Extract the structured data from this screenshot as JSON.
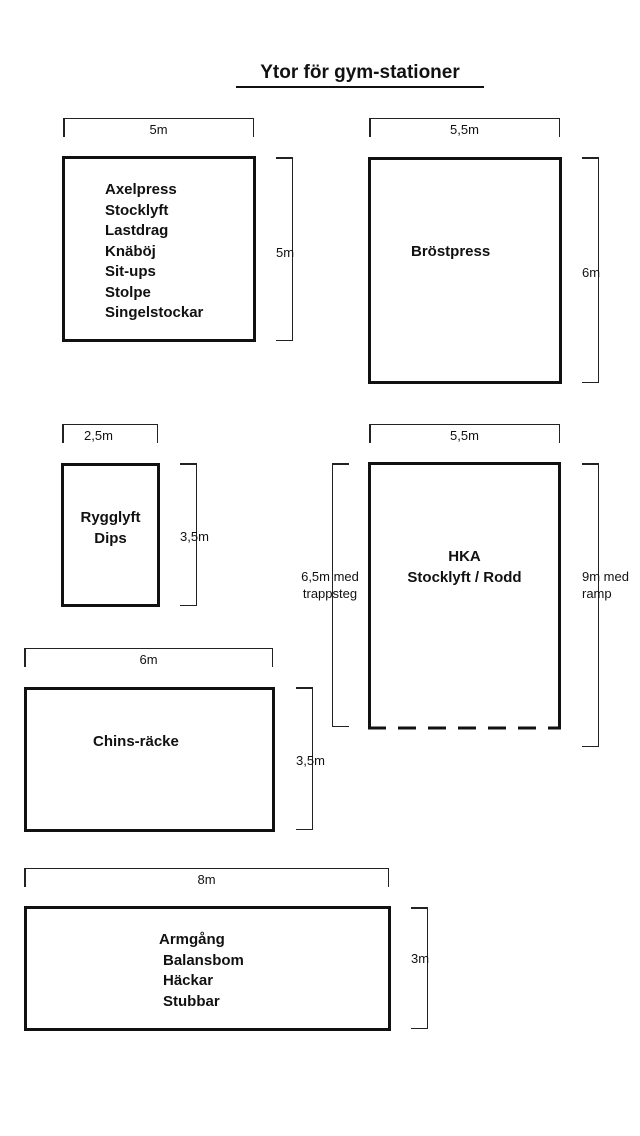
{
  "title": "Ytor för gym-stationer",
  "stations": {
    "s1": {
      "labels": [
        "Axelpress",
        "Stocklyft",
        "Lastdrag",
        "Knäböj",
        "Sit-ups",
        "Stolpe",
        "Singelstockar"
      ],
      "width": "5m",
      "height": "5m"
    },
    "s2": {
      "labels": [
        "Bröstpress"
      ],
      "width": "5,5m",
      "height": "6m"
    },
    "s3": {
      "labels": [
        "Rygglyft",
        "Dips"
      ],
      "width": "2,5m",
      "height": "3,5m"
    },
    "s4": {
      "labels": [
        "HKA",
        "Stocklyft / Rodd"
      ],
      "width": "5,5m",
      "left_height": [
        "6,5m med",
        "trappsteg"
      ],
      "right_height": [
        "9m med",
        "ramp"
      ]
    },
    "s5": {
      "labels": [
        "Chins-räcke"
      ],
      "width": "6m",
      "height": "3,5m"
    },
    "s6": {
      "labels": [
        "Armgång",
        "Balansbom",
        "Häckar",
        "Stubbar"
      ],
      "width": "8m",
      "height": "3m"
    }
  }
}
